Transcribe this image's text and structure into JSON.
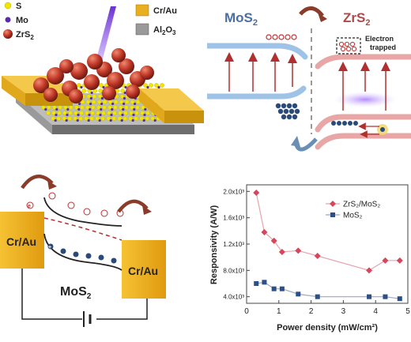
{
  "device_legend": {
    "s": "S",
    "mo": "Mo",
    "zrs2_base": "ZrS",
    "zrs2_sub": "2",
    "electrode": "Cr/Au",
    "substrate_base": "Al",
    "substrate_sub1": "2",
    "substrate_mid": "O",
    "substrate_sub2": "3"
  },
  "band_diagram": {
    "left_base": "MoS",
    "left_sub": "2",
    "right_base": "ZrS",
    "right_sub": "2",
    "trap_line1": "Electron",
    "trap_line2": "trapped"
  },
  "channel_diagram": {
    "left_contact": "Cr/Au",
    "right_contact": "Cr/Au",
    "channel_base": "MoS",
    "channel_sub": "2",
    "electron_symbol": "e",
    "hole_symbol": "+"
  },
  "colors": {
    "electrode_gold": "#e8b020",
    "zrs2_ball": "#c23a2a",
    "s_atom": "#f2e600",
    "mo_atom": "#5a2aa8",
    "mos2_band": "#9ec3e6",
    "zrs2_band": "#e8a6a6",
    "arrow_red": "#b03030",
    "series_zrs2": "#d9455a",
    "series_mos2": "#2b4f86"
  },
  "chart_data": {
    "type": "line",
    "xlabel": "Power density (mW/cm²)",
    "ylabel": "Responsivity (A/W)",
    "xlim": [
      0,
      5
    ],
    "ylim": [
      0.3,
      2.1
    ],
    "xticks": [
      "0",
      "1",
      "2",
      "3",
      "4",
      "5"
    ],
    "yticks": [
      "4.0x10³",
      "8.0x10³",
      "1.2x10³",
      "1.6x10³",
      "2.0x10³"
    ],
    "legend_position": "top-right",
    "series": [
      {
        "name": "ZrS₂/MoS₂",
        "x": [
          0.3,
          0.55,
          0.85,
          1.1,
          1.6,
          2.2,
          3.8,
          4.3,
          4.75
        ],
        "y": [
          1.98,
          1.38,
          1.25,
          1.08,
          1.1,
          1.02,
          0.8,
          0.95,
          0.95
        ]
      },
      {
        "name": "MoS₂",
        "x": [
          0.3,
          0.55,
          0.85,
          1.1,
          1.6,
          2.2,
          3.8,
          4.3,
          4.75
        ],
        "y": [
          0.6,
          0.62,
          0.52,
          0.52,
          0.44,
          0.4,
          0.4,
          0.4,
          0.37
        ]
      }
    ]
  }
}
